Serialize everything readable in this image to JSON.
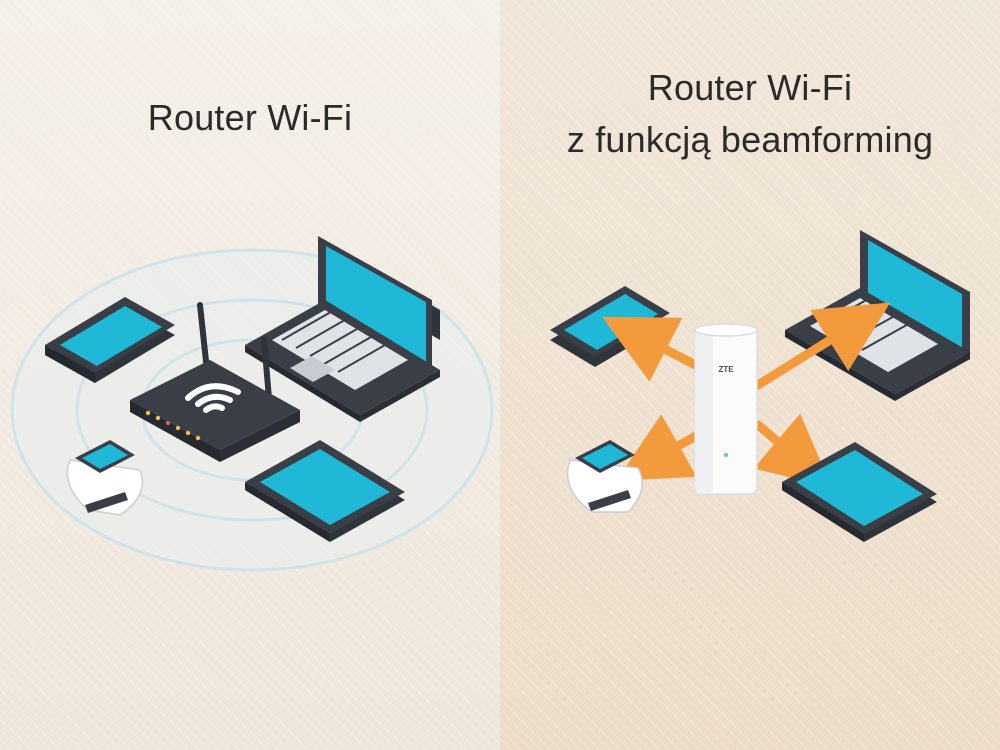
{
  "left_panel": {
    "title": "Router Wi-Fi"
  },
  "right_panel": {
    "title_line1": "Router Wi-Fi",
    "title_line2": "z funkcją beamforming",
    "router_brand": "ZTE"
  },
  "colors": {
    "screen": "#1fb8d6",
    "device_body": "#3a3f47",
    "arrow": "#f39a3d",
    "wave_ring": "#cfe6ee"
  }
}
